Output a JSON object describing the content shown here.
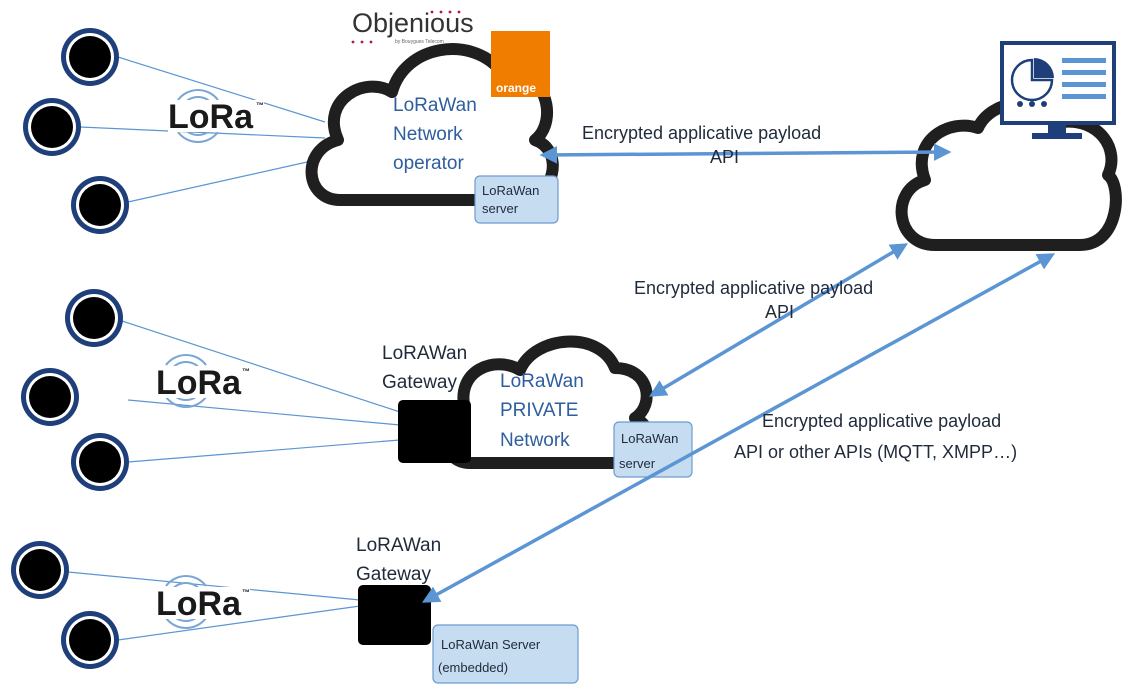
{
  "branding": {
    "objenious": "Objenious",
    "objenious_tagline": "by Bouygues Telecom",
    "orange": "orange"
  },
  "lora_logo_text": "LoRa",
  "lora_trademark": "™",
  "top_cloud": {
    "line1": "LoRaWan",
    "line2": "Network",
    "line3": "operator",
    "server_line1": "LoRaWan",
    "server_line2": "server"
  },
  "middle_cloud": {
    "gateway_line1": "LoRAWan",
    "gateway_line2": "Gateway",
    "line1": "LoRaWan",
    "line2": "PRIVATE",
    "line3": "Network",
    "server_line1": "LoRaWan",
    "server_line2": "server"
  },
  "bottom": {
    "gateway_line1": "LoRAWan",
    "gateway_line2": "Gateway",
    "server_line1": "LoRaWan  Server",
    "server_line2": "(embedded)"
  },
  "labels": {
    "top_line1": "Encrypted applicative payload",
    "top_line2": "API",
    "mid_line1": "Encrypted applicative payload",
    "mid_line2": "API",
    "bot_line1": "Encrypted applicative payload",
    "bot_line2": "API or other APIs (MQTT, XMPP…)"
  },
  "colors": {
    "arrow": "#5b95d4",
    "node": "#1f3f7a",
    "server_box": "#c5dcf1",
    "orange": "#f07d00"
  }
}
